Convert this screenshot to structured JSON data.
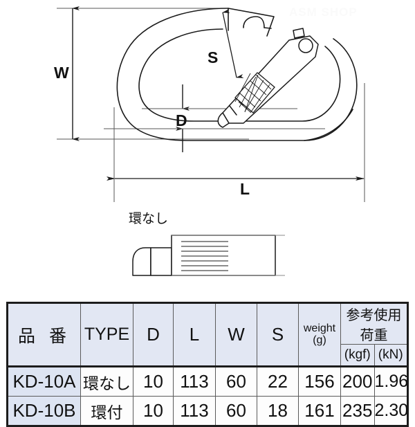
{
  "drawing": {
    "watermark_text": "ASM SHOP",
    "dimension_labels": {
      "width": "W",
      "length": "L",
      "diameter": "D",
      "gate_opening": "S"
    },
    "variant_caption": "環なし",
    "icons": {
      "carabiner": "carabiner-icon",
      "gate_detail": "gate-detail-icon"
    }
  },
  "table": {
    "header": {
      "part_number": "品 番",
      "type": "TYPE",
      "d": "D",
      "l": "L",
      "w": "W",
      "s": "S",
      "weight_line1": "weight",
      "weight_line2": "(g)",
      "load_group": "参考使用荷重",
      "load_kgf": "(kgf)",
      "load_kn": "(kN)"
    },
    "rows": [
      {
        "part_number": "KD-10A",
        "type": "環なし",
        "d": "10",
        "l": "113",
        "w": "60",
        "s": "22",
        "weight": "156",
        "kgf": "200",
        "kn": "1.96"
      },
      {
        "part_number": "KD-10B",
        "type": "環付",
        "d": "10",
        "l": "113",
        "w": "60",
        "s": "18",
        "weight": "161",
        "kgf": "235",
        "kn": "2.30"
      }
    ]
  },
  "colors": {
    "header_bg": "#e2e7f3",
    "partno_bg": "#dde4f2",
    "cell_bg": "#fdfdfd",
    "border": "#5a5a5a",
    "outer_border": "#1c1c1c",
    "line": "#1a1a1a",
    "page_bg": "#ffffff"
  }
}
